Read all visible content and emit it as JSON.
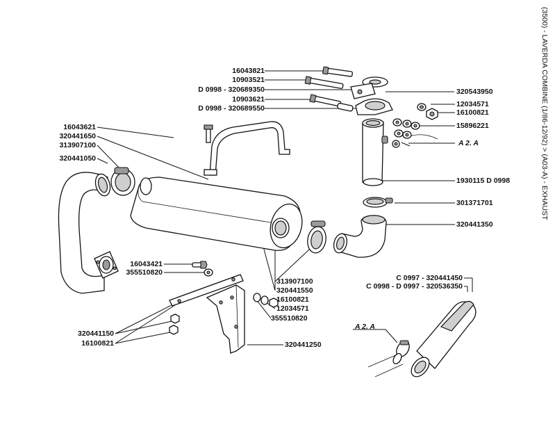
{
  "title": "(3500) - LAVERDA COMBINE (1/86-12/92) > (A03-A) - EXHAUST",
  "labels": {
    "l16043821": "16043821",
    "l10903521": "10903521",
    "l320689350": "D 0998 - 320689350",
    "l10903621": "10903621",
    "l320689550": "D 0998 - 320689550",
    "l16043621": "16043621",
    "l320441650": "320441650",
    "l313907100a": "313907100",
    "l320441050": "320441050",
    "l320543950": "320543950",
    "l12034571a": "12034571",
    "l16100821a": "16100821",
    "l15896221": "15896221",
    "lA2Aa": "A 2. A",
    "l1930115": "1930115 D 0998",
    "l301371701": "301371701",
    "l320441350": "320441350",
    "l16043421": "16043421",
    "l355510820a": "355510820",
    "l313907100b": "313907100",
    "l320441550": "320441550",
    "l16100821b": "16100821",
    "l12034571b": "12034571",
    "l355510820b": "355510820",
    "l320441450": "C 0997 - 320441450",
    "l320536350": "C 0998 - D 0997 - 320536350",
    "l320441150": "320441150",
    "l16100821c": "16100821",
    "l320441250": "320441250",
    "lA2Ab": "A 2. A"
  }
}
